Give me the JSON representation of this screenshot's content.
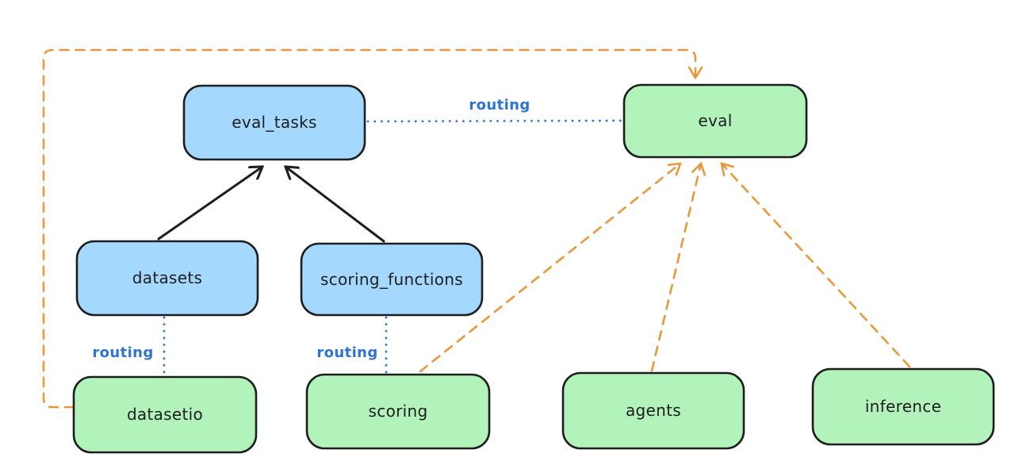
{
  "diagram": {
    "background": "#ffffff",
    "colors": {
      "api_fill": "#a5d8ff",
      "provider_fill": "#b2f2bb",
      "node_stroke": "#1e1e1e",
      "node_text": "#1e1e1e",
      "routing_blue": "#2f74d0",
      "arrow_orange": "#e8973a",
      "arrow_black": "#1e1e1e"
    },
    "nodes": {
      "eval_tasks": {
        "label": "eval_tasks",
        "kind": "api"
      },
      "eval": {
        "label": "eval",
        "kind": "provider"
      },
      "datasets": {
        "label": "datasets",
        "kind": "api"
      },
      "scoring_functions": {
        "label": "scoring_functions",
        "kind": "api"
      },
      "datasetio": {
        "label": "datasetio",
        "kind": "provider"
      },
      "scoring": {
        "label": "scoring",
        "kind": "provider"
      },
      "agents": {
        "label": "agents",
        "kind": "provider"
      },
      "inference": {
        "label": "inference",
        "kind": "provider"
      }
    },
    "edges": [
      {
        "from": "eval_tasks",
        "to": "eval",
        "style": "dotted-blue",
        "label": "routing"
      },
      {
        "from": "datasets",
        "to": "datasetio",
        "style": "dotted-blue",
        "label": "routing"
      },
      {
        "from": "scoring_functions",
        "to": "scoring",
        "style": "dotted-blue",
        "label": "routing"
      },
      {
        "from": "datasets",
        "to": "eval_tasks",
        "style": "solid-black-arrow",
        "label": ""
      },
      {
        "from": "scoring_functions",
        "to": "eval_tasks",
        "style": "solid-black-arrow",
        "label": ""
      },
      {
        "from": "scoring",
        "to": "eval",
        "style": "dashed-orange-arrow",
        "label": ""
      },
      {
        "from": "agents",
        "to": "eval",
        "style": "dashed-orange-arrow",
        "label": ""
      },
      {
        "from": "inference",
        "to": "eval",
        "style": "dashed-orange-arrow",
        "label": ""
      },
      {
        "from": "datasetio",
        "to": "eval",
        "style": "dashed-orange-arrow",
        "label": ""
      }
    ]
  }
}
